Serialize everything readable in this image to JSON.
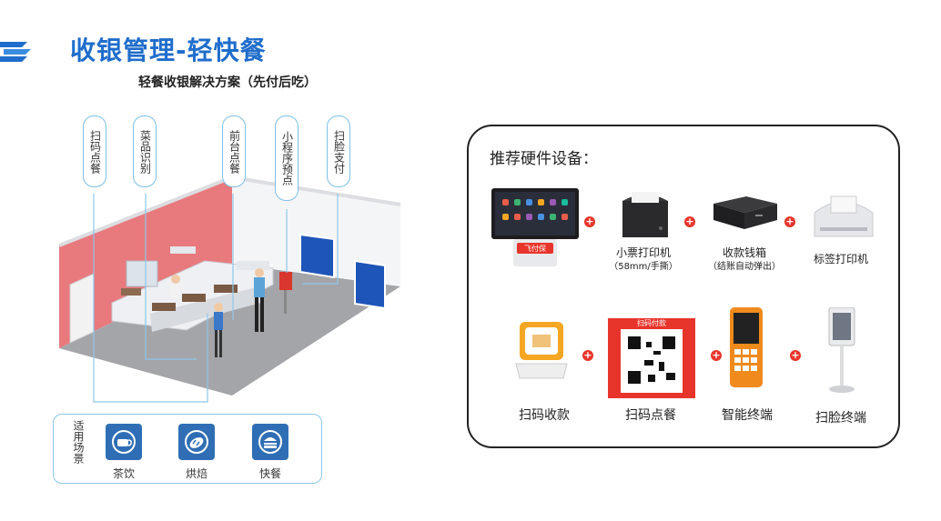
{
  "header": {
    "title": "收银管理-轻快餐",
    "subtitle": "轻餐收银解决方案（先付后吃）"
  },
  "features": [
    {
      "label": "扫码点餐",
      "icon": "qr-order"
    },
    {
      "label": "菜品识别",
      "icon": "dish-recognition"
    },
    {
      "label": "前台点餐",
      "icon": "counter-order"
    },
    {
      "label": "小程序预点",
      "icon": "mini-program"
    },
    {
      "label": "扫脸支付",
      "icon": "face-pay"
    }
  ],
  "scenarios": {
    "label": "适用场景",
    "items": [
      {
        "label": "茶饮",
        "icon": "coffee-cup-icon"
      },
      {
        "label": "烘焙",
        "icon": "bread-icon"
      },
      {
        "label": "快餐",
        "icon": "burger-icon"
      }
    ]
  },
  "hardware": {
    "title": "推荐硬件设备：",
    "brand": "飞付保",
    "row1": [
      {
        "label": "",
        "sub": ""
      },
      {
        "label": "小票打印机",
        "sub": "（58mm/手撕）"
      },
      {
        "label": "收款钱箱",
        "sub": "（结账自动弹出）"
      },
      {
        "label": "标签打印机",
        "sub": ""
      }
    ],
    "row2": [
      {
        "label": "扫码收款"
      },
      {
        "label": "扫码点餐",
        "sign_title": "扫码付款"
      },
      {
        "label": "智能终端"
      },
      {
        "label": "扫脸终端"
      }
    ],
    "plus_symbol": "+"
  },
  "colors": {
    "title_blue": "#1f6dcc",
    "accent_red": "#e8352b",
    "wall_pink": "#e8797d",
    "tag_border": "#7cc0e8"
  }
}
